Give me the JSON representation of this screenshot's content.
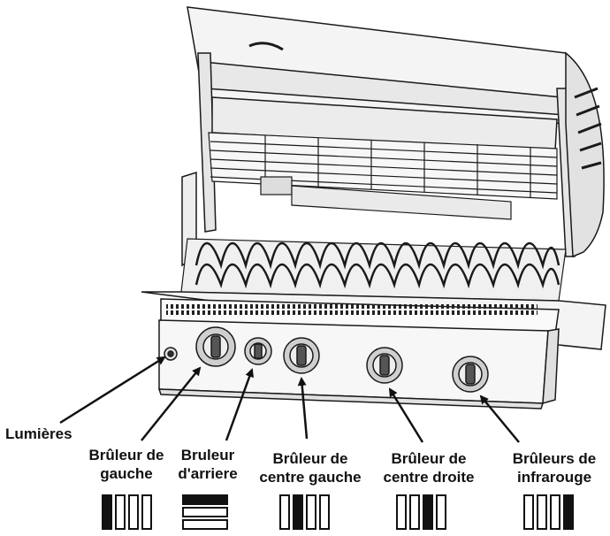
{
  "labels": {
    "lights": "Lumières",
    "left_burner": [
      "Brûleur de",
      "gauche"
    ],
    "rear_burner": [
      "Bruleur",
      "d'arriere"
    ],
    "center_left_burner": [
      "Brûleur de",
      "centre gauche"
    ],
    "center_right_burner": [
      "Brûleur de",
      "centre droite"
    ],
    "infrared_burners": [
      "Brûleurs de",
      "infrarouge"
    ]
  },
  "icons": {
    "left_burner": "four-bars-first-filled-icon",
    "rear_burner": "rear-burner-horizontal-bars-icon",
    "center_left_burner": "four-bars-second-filled-icon",
    "center_right_burner": "four-bars-third-filled-icon",
    "infrared_burners": "four-bars-fourth-filled-icon"
  },
  "colors": {
    "line": "#1a1a1a",
    "panel": "#f2f2f2",
    "fill": "#111111"
  }
}
